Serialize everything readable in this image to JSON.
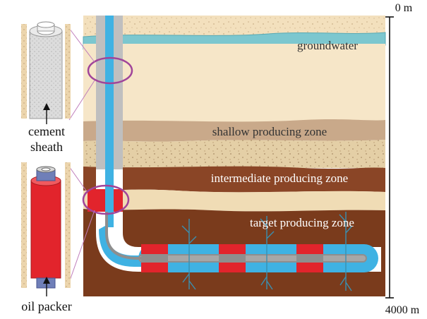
{
  "labels": {
    "depth_top": "0 m",
    "depth_bottom": "4000 m",
    "groundwater": "groundwater",
    "shallow_zone": "shallow producing zone",
    "intermediate_zone": "intermediate producing zone",
    "target_zone": "target producing zone",
    "cement_sheath_line1": "cement",
    "cement_sheath_line2": "sheath",
    "oil_packer": "oil packer"
  },
  "colors": {
    "sand_light": "#f6e6c8",
    "sand_speckled": "#ecd7b0",
    "groundwater": "#7cc7cf",
    "shallow_zone": "#c9a98a",
    "intermediate_zone": "#8a4526",
    "target_zone": "#7a3b1c",
    "casing_gray": "#bfbfbf",
    "wellbore_blue": "#3fb2e3",
    "packer_red": "#e2242c",
    "highlight_circle": "#a0449a",
    "fracture_blue": "#3a8fb0"
  }
}
